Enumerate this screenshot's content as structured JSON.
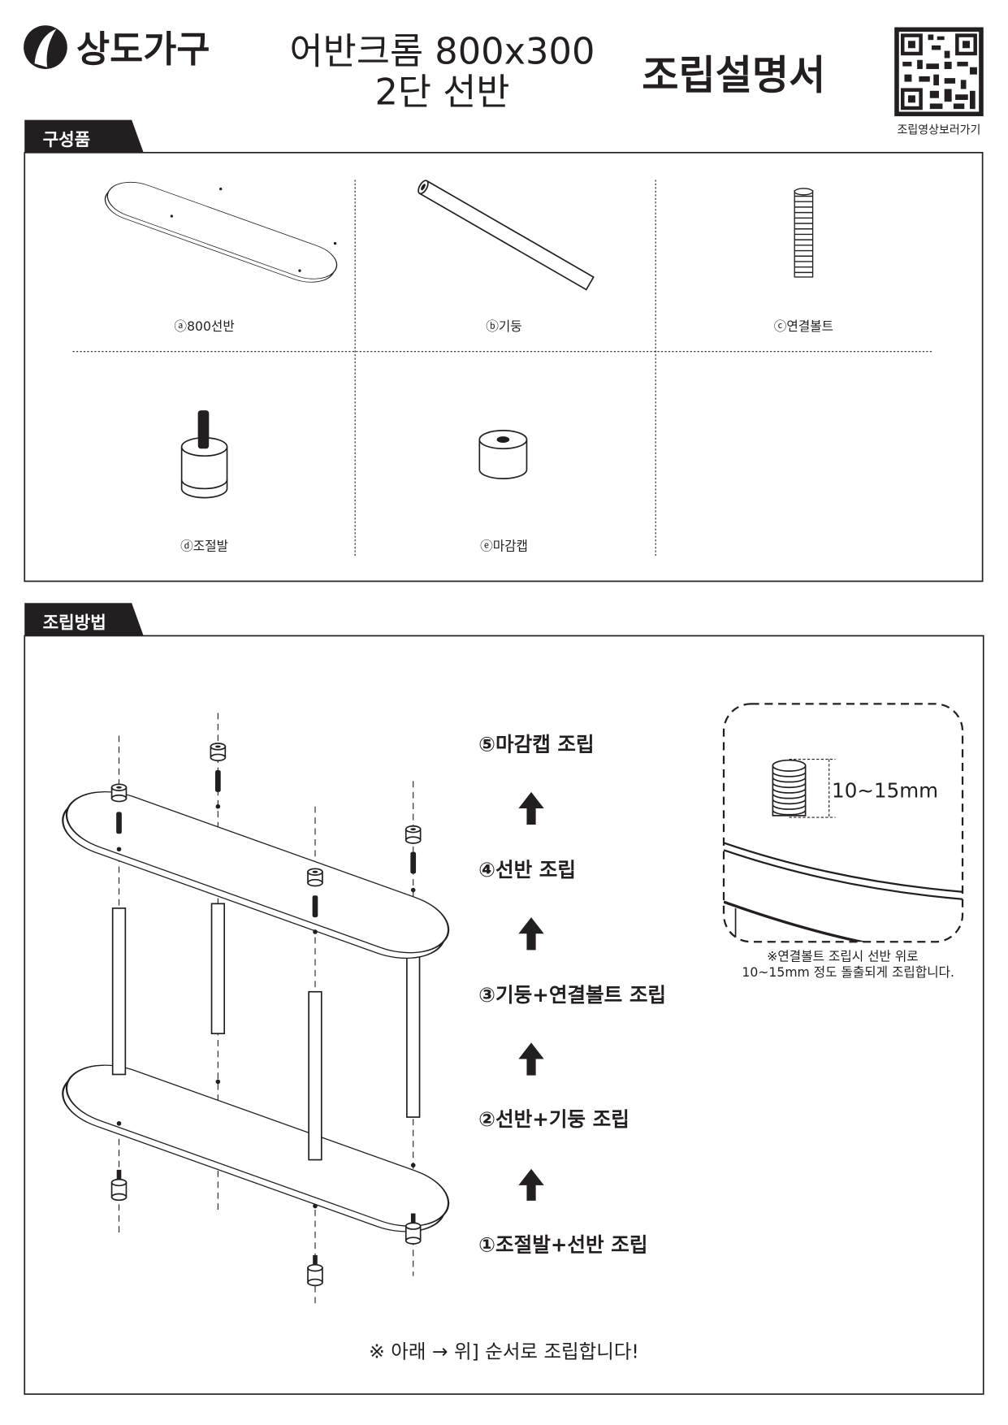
{
  "header": {
    "brand": "상도가구",
    "title_line1": "어반크롬 800x300",
    "title_line2": "2단 선반",
    "doc_title": "조립설명서",
    "qr_caption": "조립영상보러가기"
  },
  "components": {
    "tab_label": "구성품",
    "parts": [
      {
        "label": "ⓐ800선반"
      },
      {
        "label": "ⓑ기둥"
      },
      {
        "label": "ⓒ연결볼트"
      },
      {
        "label": "ⓓ조절발"
      },
      {
        "label": "ⓔ마감캡"
      }
    ]
  },
  "assembly": {
    "tab_label": "조립방법",
    "steps": [
      {
        "label": "⑤마감캡 조립"
      },
      {
        "label": "④선반 조립"
      },
      {
        "label": "③기둥+연결볼트 조립"
      },
      {
        "label": "②선반+기둥 조립"
      },
      {
        "label": "①조절발+선반 조립"
      }
    ],
    "callout": {
      "dimension": "10~15mm",
      "note_line1": "※연결볼트 조립시 선반 위로",
      "note_line2": "10~15mm 정도 돌출되게 조립합니다."
    },
    "footer_note": "※ 아래 → 위] 순서로 조립합니다!"
  }
}
